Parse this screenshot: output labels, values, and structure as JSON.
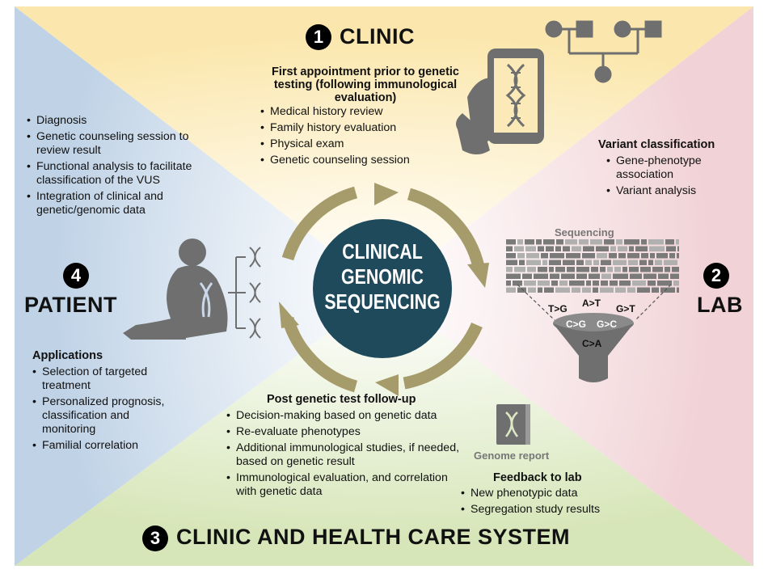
{
  "center": {
    "line1": "CLINICAL",
    "line2": "GENOMIC",
    "line3": "SEQUENCING"
  },
  "clinic": {
    "number": "1",
    "title": "CLINIC",
    "heading": "First appointment prior to genetic testing (following immunological evaluation)",
    "items": [
      "Medical history review",
      "Family history evaluation",
      "Physical exam",
      "Genetic counseling session"
    ]
  },
  "lab": {
    "number": "2",
    "title": "LAB",
    "heading": "Variant classification",
    "items": [
      "Gene-phenotype association",
      "Variant analysis"
    ],
    "sequencing_label": "Sequencing",
    "mutations": [
      "T>G",
      "A>T",
      "G>T",
      "C>G",
      "G>C",
      "C>A"
    ]
  },
  "system": {
    "number": "3",
    "title": "CLINIC AND HEALTH CARE SYSTEM",
    "heading": "Post genetic test follow-up",
    "items": [
      "Decision-making based on genetic data",
      "Re-evaluate phenotypes",
      "Additional immunological studies, if needed, based on genetic result",
      "Immunological evaluation, and correlation with genetic data"
    ],
    "report_label": "Genome report",
    "feedback_heading": "Feedback to lab",
    "feedback_items": [
      "New phenotypic data",
      "Segregation study results"
    ]
  },
  "patient": {
    "number": "4",
    "title": "PATIENT",
    "top_items": [
      "Diagnosis",
      "Genetic counseling session to review result",
      "Functional analysis to facilitate classification of the VUS",
      "Integration of clinical and genetic/genomic data"
    ],
    "applications_heading": "Applications",
    "applications": [
      "Selection of targeted treatment",
      "Personalized prognosis, classification and monitoring",
      "Familial correlation"
    ]
  },
  "colors": {
    "clinic_bg": "#fbe9b7",
    "lab_bg": "#f3d9dc",
    "system_bg": "#dde9c4",
    "patient_bg": "#c9d9ea",
    "center_circle": "#1f4a5c",
    "ring": "#a69b6a",
    "icon_grey": "#6f6f6f"
  }
}
